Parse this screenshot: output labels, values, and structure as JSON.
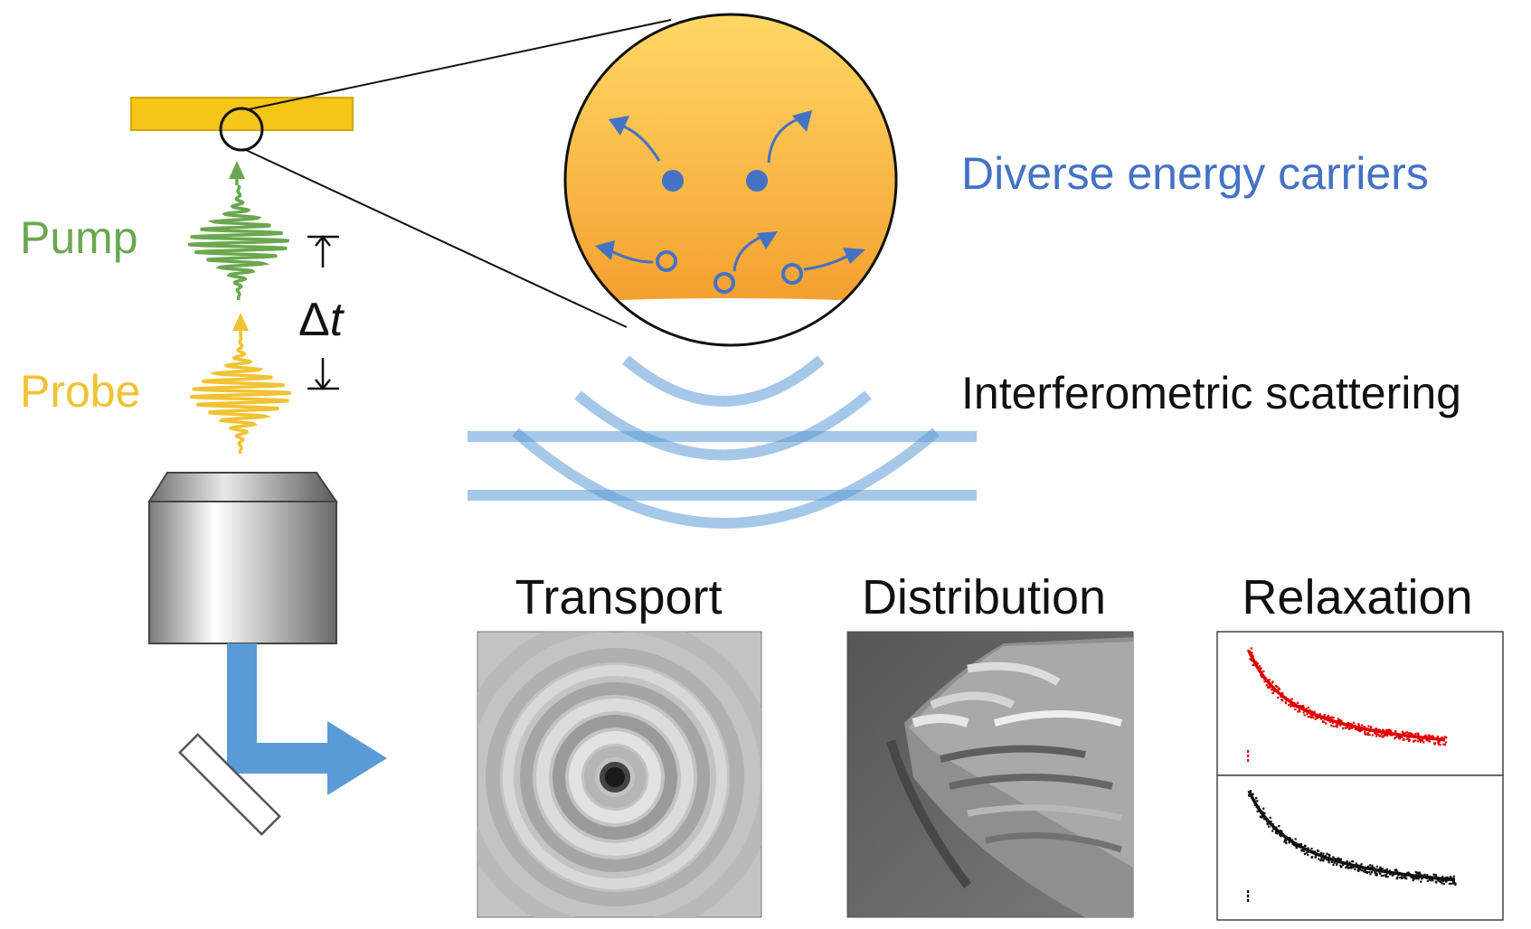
{
  "labels": {
    "pump": "Pump",
    "probe": "Probe",
    "delta": "Δ",
    "delta_var": "t",
    "carriers": "Diverse energy carriers",
    "iscat": "Interferometric scattering"
  },
  "panels": {
    "transport": "Transport",
    "distribution": "Distribution",
    "relaxation": "Relaxation"
  },
  "colors": {
    "pump": "#6aa84f",
    "probe": "#f1c232",
    "carriers": "#4472c4",
    "beam": "#5b9bd5",
    "sample": "#f5c518",
    "red_trace": "#e00000",
    "black_trace": "#111111"
  },
  "icons": {
    "objective": "microscope-objective-icon",
    "mirror": "beam-splitter-mirror-icon"
  }
}
